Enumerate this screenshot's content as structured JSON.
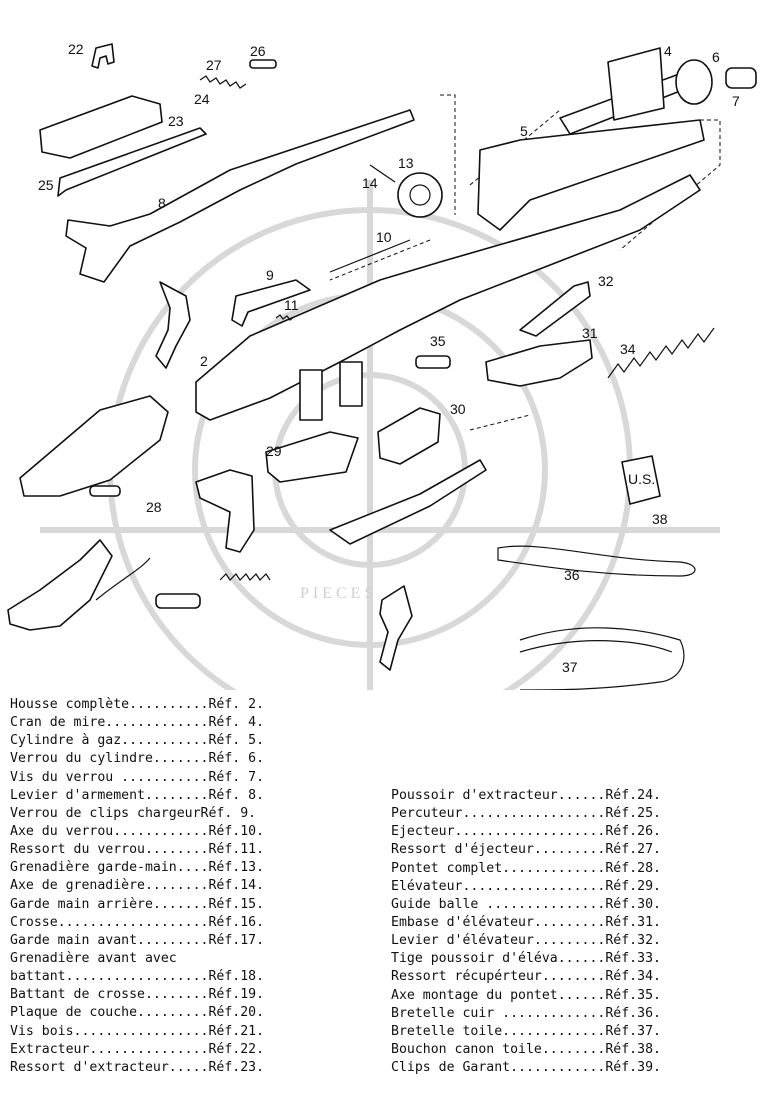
{
  "legend_left": [
    "Housse complète..........Réf. 2.",
    "Cran de mire.............Réf. 4.",
    "Cylindre à gaz...........Réf. 5.",
    "Verrou du cylindre.......Réf. 6.",
    "Vis du verrou ...........Réf. 7.",
    "Levier d'armement........Réf. 8.",
    "Verrou de clips chargeurRéf. 9.",
    "Axe du verrou............Réf.10.",
    "Ressort du verrou........Réf.11.",
    "Grenadière garde-main....Réf.13.",
    "Axe de grenadière........Réf.14.",
    "Garde main arrière.......Réf.15.",
    "Crosse...................Réf.16.",
    "Garde main avant.........Réf.17.",
    "Grenadière avant avec",
    "battant..................Réf.18.",
    "Battant de crosse........Réf.19.",
    "Plaque de couche.........Réf.20.",
    "Vis bois.................Réf.21.",
    "Extracteur...............Réf.22.",
    "Ressort d'extracteur.....Réf.23."
  ],
  "legend_right": [
    "Poussoir d'extracteur......Réf.24.",
    "Percuteur..................Réf.25.",
    "Ejecteur...................Réf.26.",
    "Ressort d'éjecteur.........Réf.27.",
    "Pontet complet.............Réf.28.",
    "Elévateur..................Réf.29.",
    "Guide balle ...............Réf.30.",
    "Embase d'élévateur.........Réf.31.",
    "Levier d'élévateur.........Réf.32.",
    "Tige poussoir d'éléva......Réf.33.",
    "Ressort récupérteur........Réf.34.",
    "Axe montage du pontet......Réf.35.",
    "Bretelle cuir .............Réf.36.",
    "Bretelle toile.............Réf.37.",
    "Bouchon canon toile........Réf.38.",
    "Clips de Garant............Réf.39."
  ],
  "callouts": {
    "c2": "2",
    "c4": "4",
    "c5": "5",
    "c6": "6",
    "c7": "7",
    "c8": "8",
    "c9": "9",
    "c10": "10",
    "c11": "11",
    "c13": "13",
    "c14": "14",
    "c22": "22",
    "c23": "23",
    "c24": "24",
    "c25": "25",
    "c26": "26",
    "c27": "27",
    "c28": "28",
    "c29": "29",
    "c30": "30",
    "c31": "31",
    "c32": "32",
    "c34": "34",
    "c35": "35",
    "c36": "36",
    "c37": "37",
    "c38": "38"
  },
  "stamp_text": "U.S.",
  "watermark_text": "PIECES"
}
